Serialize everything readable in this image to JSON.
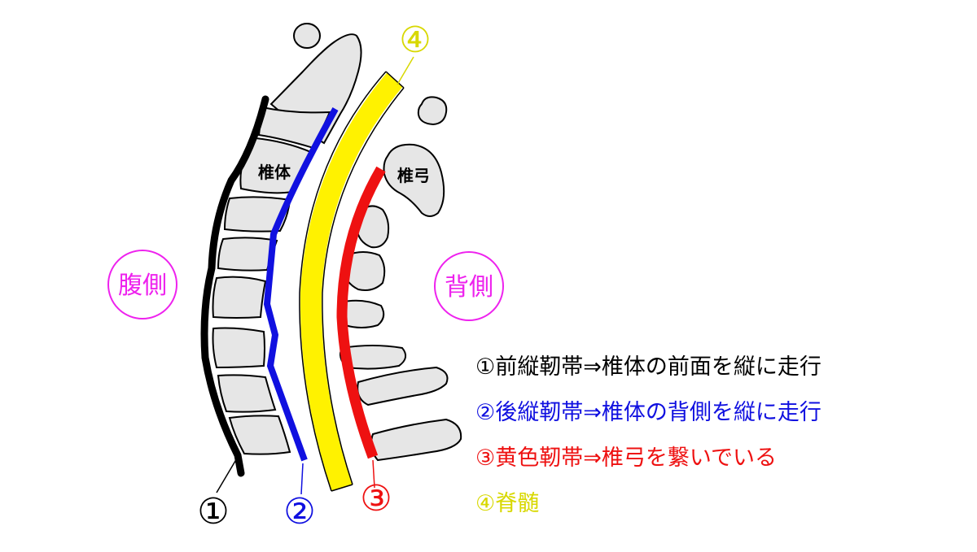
{
  "labels": {
    "vertebral_body": "椎体",
    "vertebral_arch": "椎弓",
    "ventral_side": "腹側",
    "dorsal_side": "背側"
  },
  "markers": [
    {
      "symbol": "①",
      "color": "#000000"
    },
    {
      "symbol": "②",
      "color": "#1010e0"
    },
    {
      "symbol": "③",
      "color": "#ee1111"
    },
    {
      "symbol": "④",
      "color": "#d8d800"
    }
  ],
  "legend": [
    {
      "text": "①前縦靭帯⇒椎体の前面を縦に走行",
      "color": "#000000"
    },
    {
      "text": "②後縦靭帯⇒椎体の背側を縦に走行",
      "color": "#1010e0"
    },
    {
      "text": "③黄色靭帯⇒椎弓を繋いでいる",
      "color": "#ee1111"
    },
    {
      "text": "④脊髄",
      "color": "#d8d800"
    }
  ],
  "colors": {
    "bone_fill": "#e6e6e6",
    "outline": "#000000",
    "side_label": "#ee22ee"
  },
  "icons": {
    "ligament_1": "black-curved-band",
    "ligament_2": "blue-curved-band",
    "ligament_3": "red-curved-band",
    "spinal_cord": "yellow-curved-band"
  }
}
